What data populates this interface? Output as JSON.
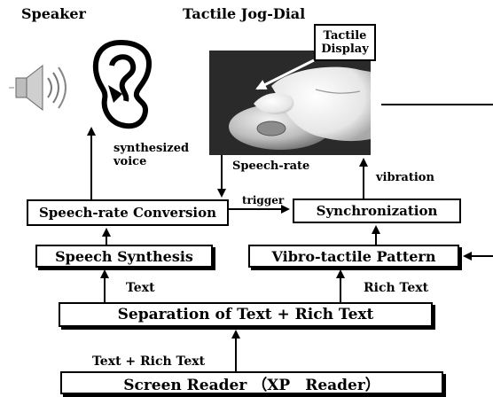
{
  "title_speaker": "Speaker",
  "title_jog_dial": "Tactile Jog-Dial",
  "tactile_display_label": "Tactile Display",
  "synthesized_voice_label": "synthesized voice",
  "speech_rate_label": "Speech-rate",
  "vibration_label": "vibration",
  "trigger_label": "trigger",
  "boxes": {
    "speech_rate_conversion": "Speech-rate Conversion",
    "synchronization": "Synchronization",
    "speech_synthesis": "Speech Synthesis",
    "vibro_tactile_pattern": "Vibro-tactile Pattern",
    "separation": "Separation of Text + Rich Text",
    "screen_reader": "Screen Reader （XP　Reader）"
  },
  "text_label": "Text",
  "rich_text_label": "Rich Text",
  "text_rich_text_label": "Text + Rich Text"
}
